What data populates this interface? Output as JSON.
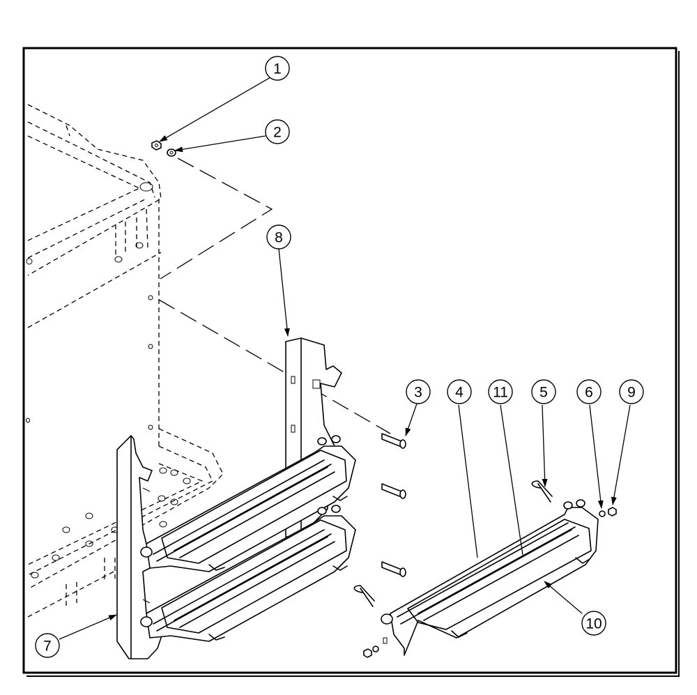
{
  "callouts": [
    {
      "id": "c1",
      "label": "1"
    },
    {
      "id": "c2",
      "label": "2"
    },
    {
      "id": "c3",
      "label": "3"
    },
    {
      "id": "c4",
      "label": "4"
    },
    {
      "id": "c5",
      "label": "5"
    },
    {
      "id": "c6",
      "label": "6"
    },
    {
      "id": "c7",
      "label": "7"
    },
    {
      "id": "c8",
      "label": "8"
    },
    {
      "id": "c9",
      "label": "9"
    },
    {
      "id": "c10",
      "label": "10"
    },
    {
      "id": "c11",
      "label": "11"
    }
  ],
  "colors": {
    "line": "#000000",
    "background": "#ffffff"
  }
}
